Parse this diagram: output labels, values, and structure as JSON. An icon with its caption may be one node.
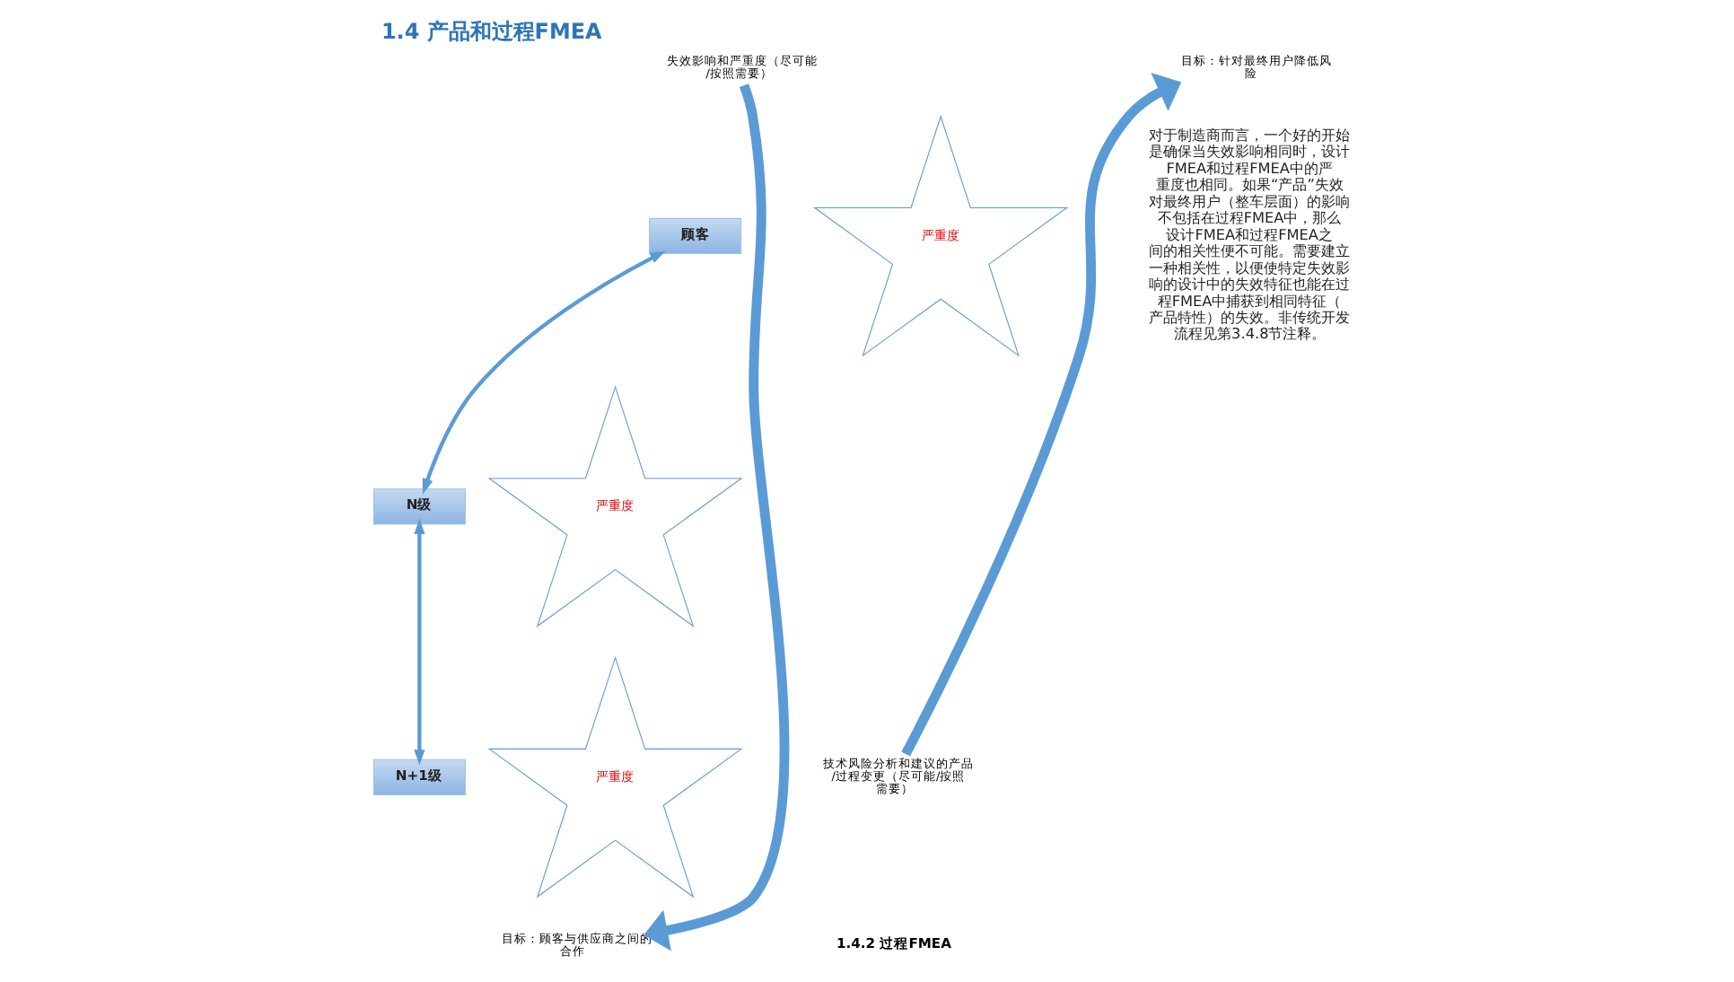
{
  "diagram": {
    "title": "1.4 产品和过程FMEA",
    "nodes": [
      {
        "text": [
          "顾客"
        ]
      },
      {
        "text": [
          "严重度"
        ]
      },
      {
        "text": [
          "N级"
        ]
      },
      {
        "text": [
          "严重度"
        ]
      },
      {
        "text": [
          "N+1级"
        ]
      },
      {
        "text": [
          "严重度"
        ]
      },
      {
        "text": [
          "失效影响和严重度（尽可能/按照需要）"
        ]
      },
      {
        "text": [
          "目标：顾客与供应商之间的合作"
        ]
      },
      {
        "text": [
          "技术风险分析和建议的产品/过程变更（尽可能/按照需要）"
        ]
      },
      {
        "text": [
          "目标：针对最终用户降低风险"
        ]
      }
    ],
    "edges": [
      {
        "from": 0,
        "to": 2,
        "arrow": "both"
      },
      {
        "from": 2,
        "to": 4,
        "arrow": "both"
      },
      {
        "from": 6,
        "to": 7,
        "arrow": "to",
        "style": "thick"
      },
      {
        "from": 8,
        "to": 9,
        "arrow": "to",
        "style": "thick"
      }
    ],
    "labels": [
      "1.4.2 过程FMEA",
      "对于制造商而言，一个好的开始是确保当失效影响相同时，设计FMEA和过程FMEA中的严重度也相同。如果“产品”失效对最终用户（整车层面）的影响不包括在过程FMEA中，那么设计FMEA和过程FMEA之间的相关性便不可能。需要建立一种相关性，以便使特定失效影响的设计中的失效特征也能在过程FMEA中捕获到相同特征（产品特性）的失效。非传统开发流程见第3.4.8节注释。"
    ]
  }
}
